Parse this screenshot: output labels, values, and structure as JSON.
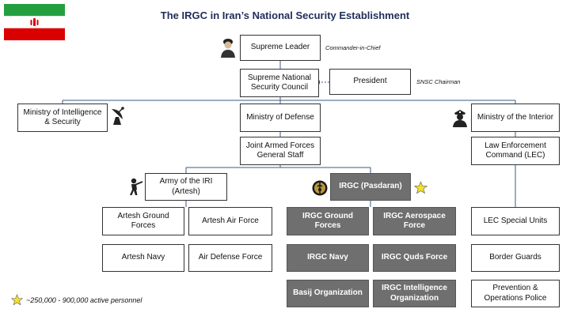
{
  "title": "The IRGC in Iran’s National Security Establishment",
  "colors": {
    "title": "#1f2d5a",
    "line": "#3d5a80",
    "dark_box": "#6f6f6f",
    "flag_green": "#239f40",
    "flag_red": "#da0000",
    "star": "#f2e12b"
  },
  "nodes": {
    "supreme_leader": "Supreme Leader",
    "snsc": "Supreme National Security Council",
    "president": "President",
    "moi_security": "Ministry of Intelligence & Security",
    "mod": "Ministry of Defense",
    "interior": "Ministry of the Interior",
    "jafgs": "Joint Armed Forces General Staff",
    "lec": "Law Enforcement Command (LEC)",
    "artesh": "Army of the IRI (Artesh)",
    "irgc": "IRGC (Pasdaran)",
    "artesh_ground": "Artesh Ground Forces",
    "artesh_air": "Artesh Air Force",
    "artesh_navy": "Artesh Navy",
    "air_defense": "Air Defense Force",
    "irgc_ground": "IRGC Ground Forces",
    "irgc_aero": "IRGC Aerospace Force",
    "irgc_navy": "IRGC Navy",
    "irgc_quds": "IRGC Quds Force",
    "basij": "Basij Organization",
    "irgc_intel": "IRGC Intelligence Organization",
    "lec_special": "LEC Special Units",
    "border_guards": "Border Guards",
    "prevention_police": "Prevention & Operations Police"
  },
  "notes": {
    "commander": "Commander-in-Chief",
    "snsc_chair": "SNSC Chairman"
  },
  "legend": "~250,000 - 900,000 active personnel",
  "icons": [
    "iran-flag-icon",
    "cleric-icon",
    "satellite-dish-icon",
    "police-officer-icon",
    "soldier-icon",
    "irgc-emblem-icon",
    "star-icon"
  ]
}
